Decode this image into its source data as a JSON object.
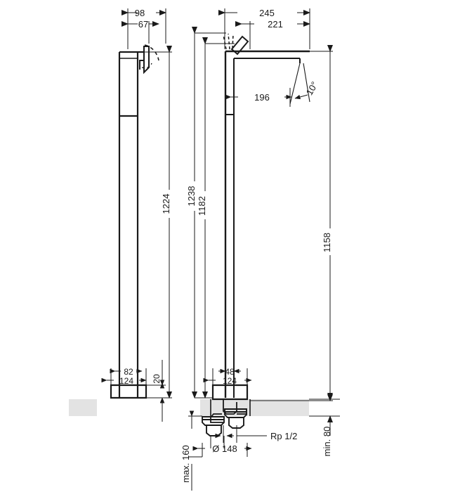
{
  "drawing": {
    "title": "Floor standing single lever basin mixer - dimensional drawing",
    "units": "mm",
    "views": [
      {
        "name": "side-view",
        "position": "left"
      },
      {
        "name": "front-view",
        "position": "right"
      }
    ],
    "colors": {
      "line": "#1a1a1a",
      "text": "#1a1a1a",
      "floor_band": "#e3e3e3",
      "background": "#ffffff"
    }
  },
  "dimensions": {
    "left_view": {
      "spout_total_depth": "98",
      "spout_offset": "67",
      "height_to_spout": "1224",
      "base_width_inner": "82",
      "base_width_outer": "124",
      "base_height": "20"
    },
    "right_view": {
      "spout_reach_total": "245",
      "spout_reach_inner": "221",
      "lever_clearance": "196",
      "lever_angle": "10°",
      "height_overall": "1238",
      "height_spout_outlet": "1182",
      "height_to_floor": "1158",
      "column_width": "48",
      "base_width": "124"
    },
    "floor_detail": {
      "thread": "Rp 1/2",
      "base_diameter": "Ø 148",
      "depth_max": "max. 160",
      "depth_min": "min. 80"
    }
  }
}
